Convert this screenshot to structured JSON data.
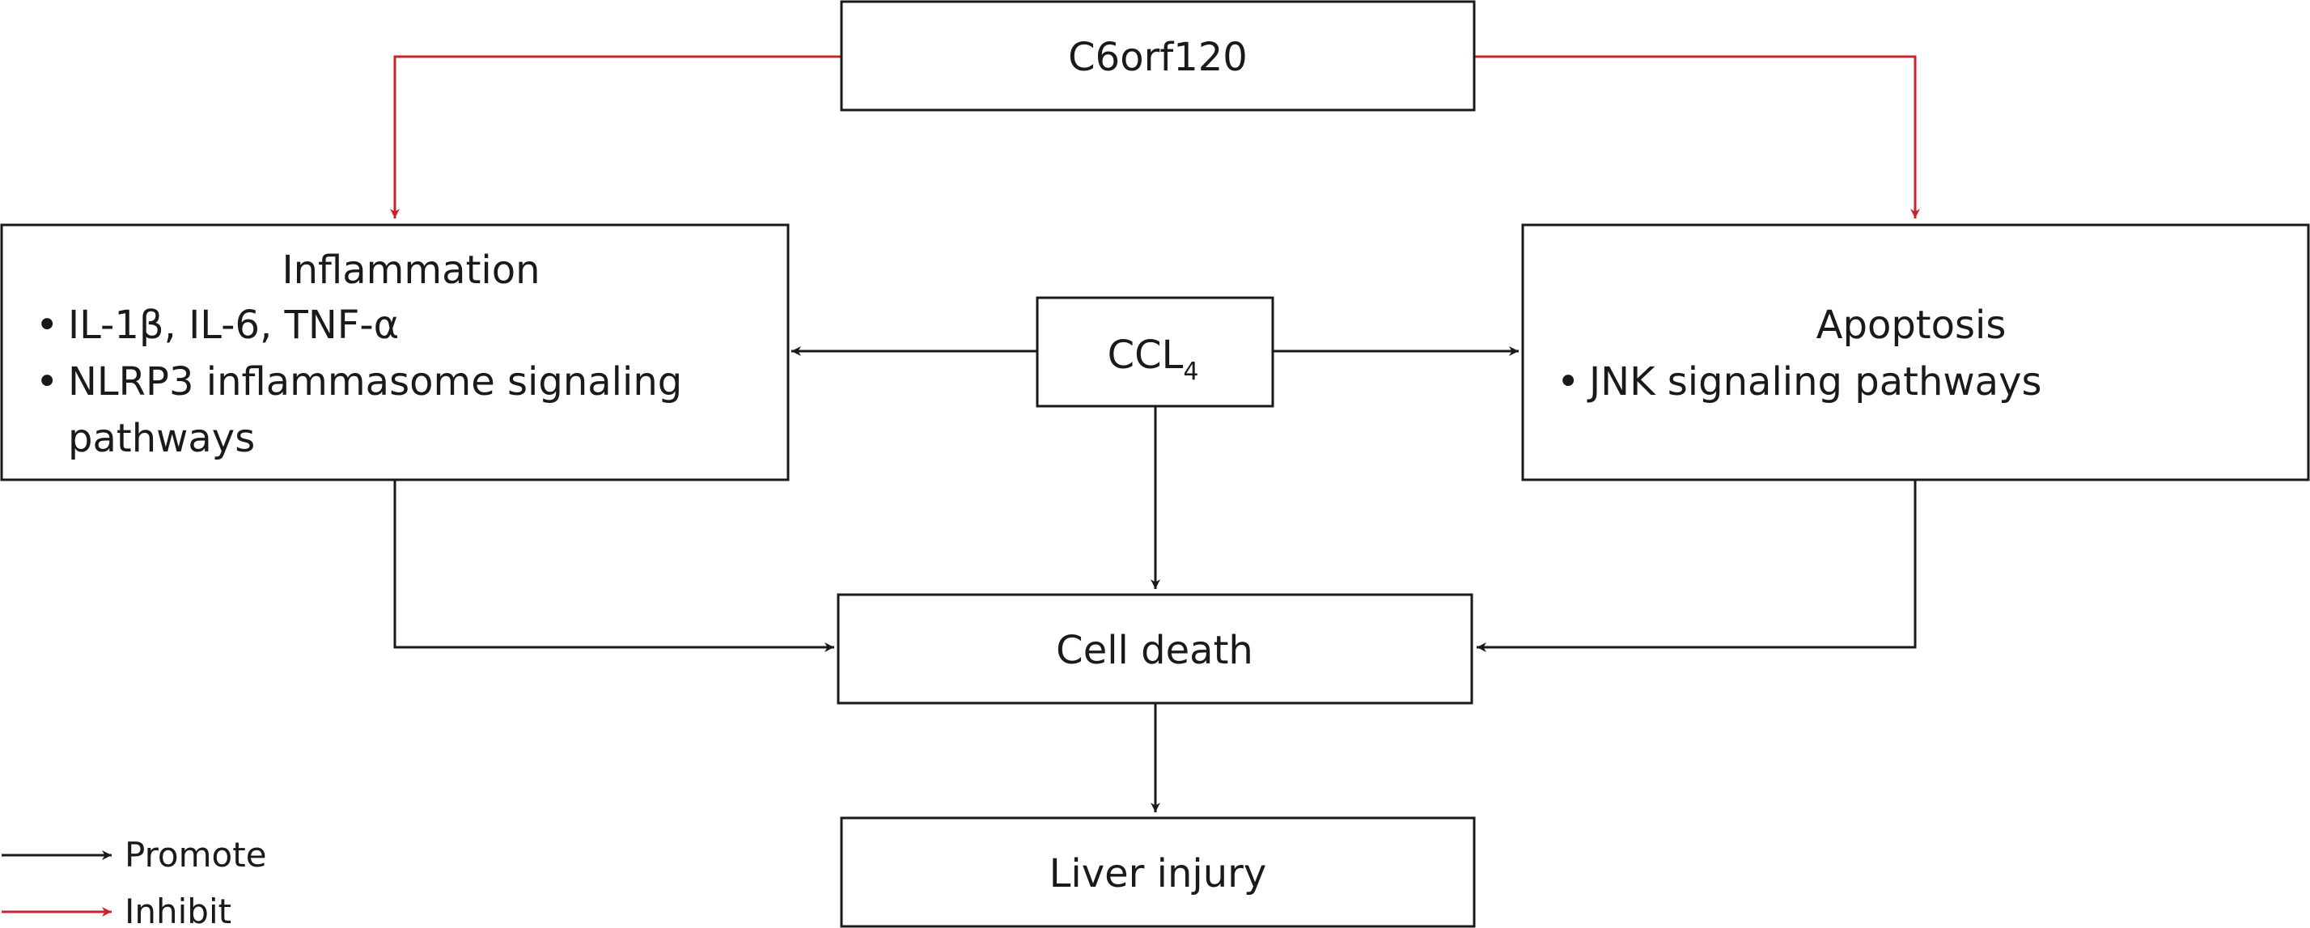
{
  "colors": {
    "promote": "#1a1a1a",
    "inhibit": "#c8242e",
    "border": "#1a1a1a",
    "background": "#ffffff"
  },
  "nodes": {
    "c6orf120": {
      "label": "C6orf120"
    },
    "inflammation": {
      "title": "Inflammation",
      "bullets": [
        "IL-1β, IL-6, TNF-α",
        "NLRP3 inflammasome signaling",
        "pathways"
      ]
    },
    "ccl4": {
      "label": "CCL",
      "subscript": "4"
    },
    "apoptosis": {
      "title": "Apoptosis",
      "bullets": [
        "JNK signaling pathways"
      ]
    },
    "cell_death": {
      "label": "Cell death"
    },
    "liver_injury": {
      "label": "Liver injury"
    }
  },
  "edges": [
    {
      "from": "c6orf120",
      "to": "inflammation",
      "type": "inhibit"
    },
    {
      "from": "c6orf120",
      "to": "apoptosis",
      "type": "inhibit"
    },
    {
      "from": "ccl4",
      "to": "inflammation",
      "type": "promote"
    },
    {
      "from": "ccl4",
      "to": "apoptosis",
      "type": "promote"
    },
    {
      "from": "ccl4",
      "to": "cell_death",
      "type": "promote"
    },
    {
      "from": "inflammation",
      "to": "cell_death",
      "type": "promote"
    },
    {
      "from": "apoptosis",
      "to": "cell_death",
      "type": "promote"
    },
    {
      "from": "cell_death",
      "to": "liver_injury",
      "type": "promote"
    }
  ],
  "legend": {
    "promote": "Promote",
    "inhibit": "Inhibit"
  },
  "bullet_symbol": "•"
}
